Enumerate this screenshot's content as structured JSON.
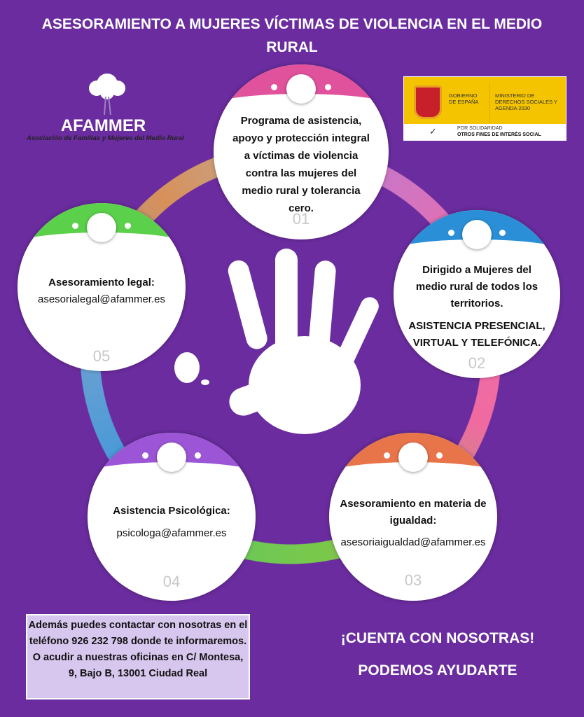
{
  "title": "ASESORAMIENTO A MUJERES VÍCTIMAS DE VIOLENCIA EN EL MEDIO RURAL",
  "logo": {
    "name": "AFAMMER",
    "subtitle": "Asociación de Familias y Mujeres del Medio Rural"
  },
  "gov_logo": {
    "gobierno": "GOBIERNO DE ESPAÑA",
    "ministerio": "MINISTERIO DE DERECHOS SOCIALES Y AGENDA 2030",
    "solidaridad": "POR SOLIDARIDAD",
    "fines": "OTROS FINES DE INTERÉS SOCIAL"
  },
  "items": [
    {
      "number": "01",
      "color": "#e0529c",
      "text": "Programa de asistencia, apoyo y protección integral a víctimas de violencia contra las mujeres del medio rural y tolerancia cero."
    },
    {
      "number": "02",
      "color": "#2a8fd6",
      "text": "Dirigido a Mujeres del medio rural de todos los territorios.",
      "text2": "ASISTENCIA PRESENCIAL, VIRTUAL Y TELEFÓNICA."
    },
    {
      "number": "03",
      "color": "#e8744a",
      "text": "Asesoramiento en materia de igualdad:",
      "email": "asesoriaigualdad@afammer.es"
    },
    {
      "number": "04",
      "color": "#9b55d6",
      "text": "Asistencia Psicológica:",
      "email": "psicologa@afammer.es"
    },
    {
      "number": "05",
      "color": "#5bd04a",
      "text": "Asesoramiento legal:",
      "email": "asesorialegal@afammer.es"
    }
  ],
  "contact": "Además puedes contactar con nosotras en el teléfono 926 232 798 donde te informaremos. O acudir a nuestras oficinas en C/ Montesa, 9, Bajo B, 13001 Ciudad Real",
  "cta1": "¡CUENTA CON NOSOTRAS!",
  "cta2": "PODEMOS AYUDARTE"
}
